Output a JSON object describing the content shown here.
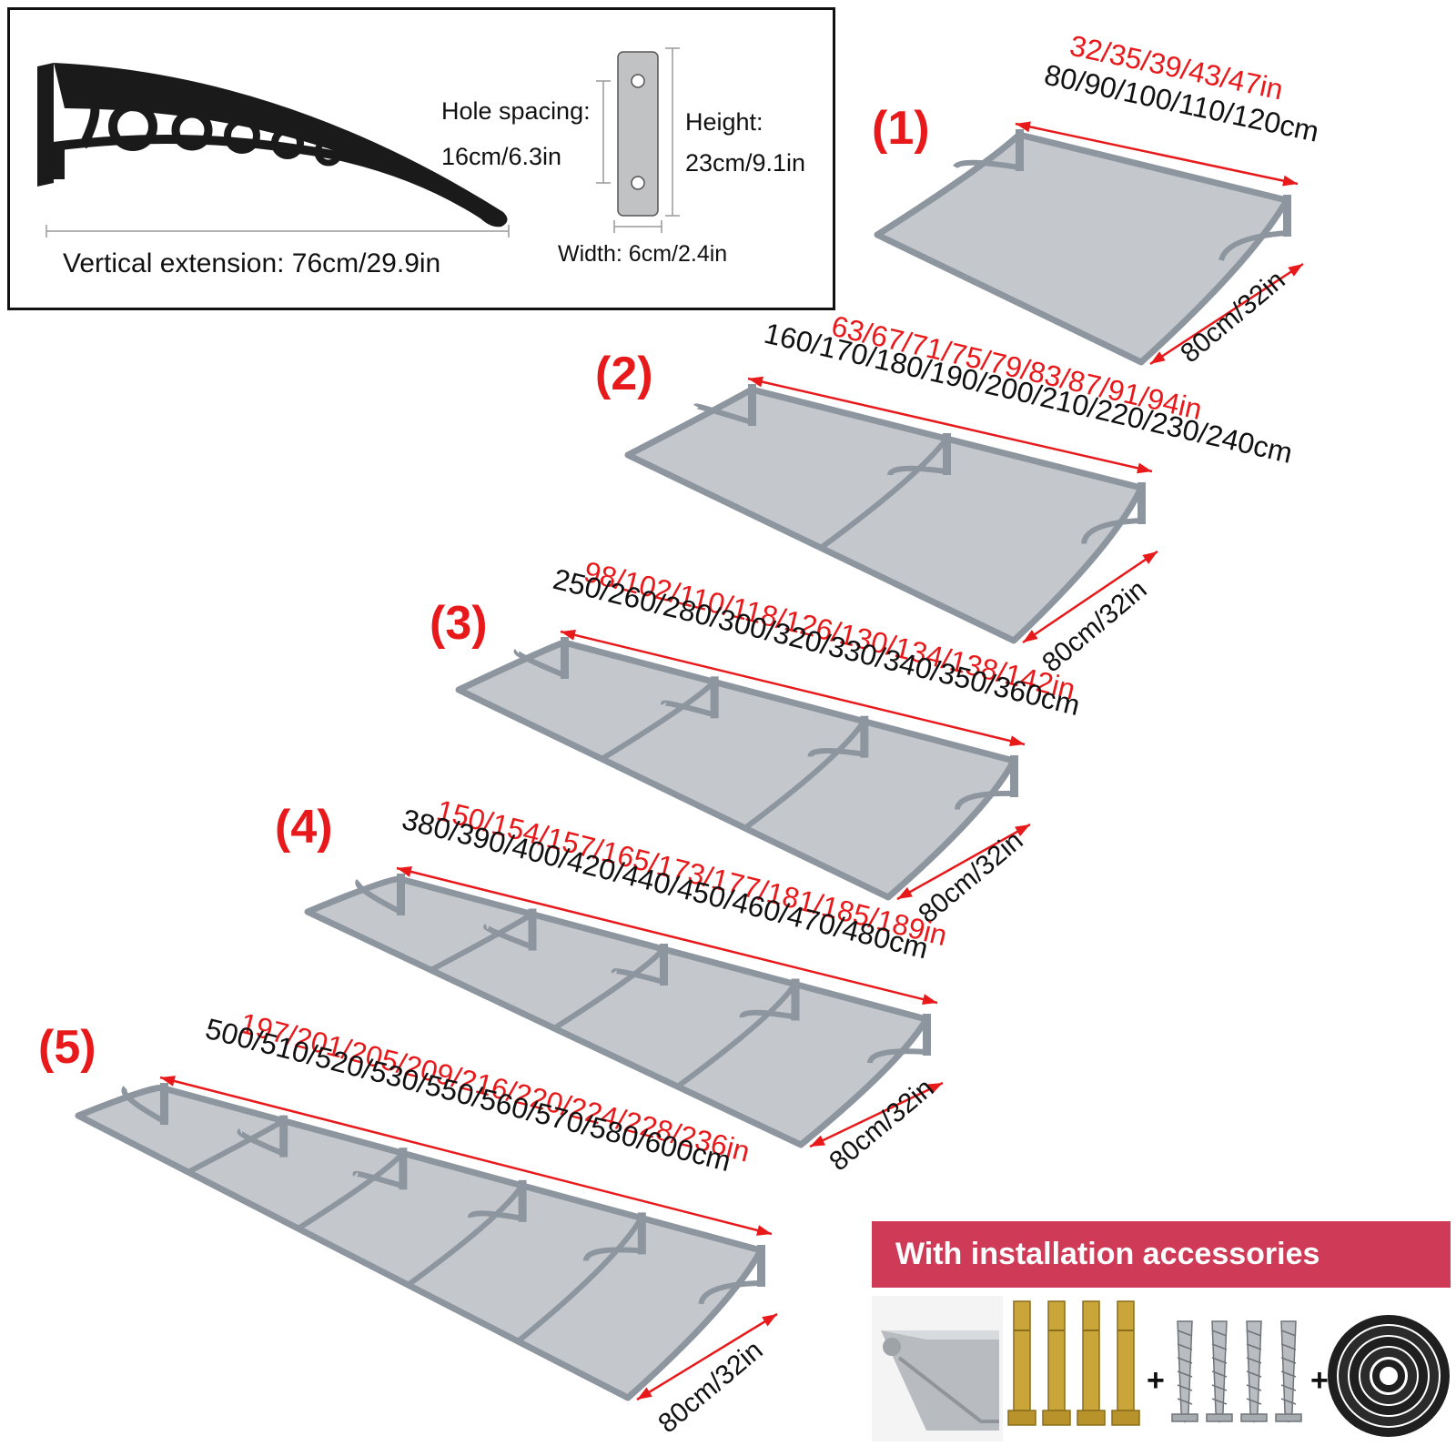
{
  "spec": {
    "hole_spacing_label": "Hole spacing:",
    "hole_spacing_value": "16cm/6.3in",
    "height_label": "Height:",
    "height_value": "23cm/9.1in",
    "width_label": "Width: 6cm/2.4in",
    "vertical_extension": "Vertical extension: 76cm/29.9in"
  },
  "colors": {
    "label_red": "#e8191b",
    "text_black": "#111111",
    "panel_fill": "#c4c8cd",
    "frame_gray": "#8d959f",
    "bracket_black": "#1a1a1a",
    "banner": "#cf3a57"
  },
  "canopies": [
    {
      "index_label": "(1)",
      "length_in": "32/35/39/43/47in",
      "length_cm": "80/90/100/110/120cm",
      "depth": "80cm/32in",
      "sections": 1
    },
    {
      "index_label": "(2)",
      "length_in": "63/67/71/75/79/83/87/91/94in",
      "length_cm": "160/170/180/190/200/210/220/230/240cm",
      "depth": "80cm/32in",
      "sections": 2
    },
    {
      "index_label": "(3)",
      "length_in": "98/102/110/118/126/130/134/138/142in",
      "length_cm": "250/260/280/300/320/330/340/350/360cm",
      "depth": "80cm/32in",
      "sections": 3
    },
    {
      "index_label": "(4)",
      "length_in": "150/154/157/165/173/177/181/185/189in",
      "length_cm": "380/390/400/420/440/450/460/470/480cm",
      "depth": "80cm/32in",
      "sections": 4
    },
    {
      "index_label": "(5)",
      "length_in": "197/201/205/209/216/220/224/228/236in",
      "length_cm": "500/510/520/530/550/560/570/580/600cm",
      "depth": "80cm/32in",
      "sections": 5
    }
  ],
  "accessories": {
    "banner": "With installation accessories",
    "plus": "+",
    "items": [
      "mounting-rail",
      "expansion-bolts",
      "screws",
      "sealing-strip"
    ]
  }
}
